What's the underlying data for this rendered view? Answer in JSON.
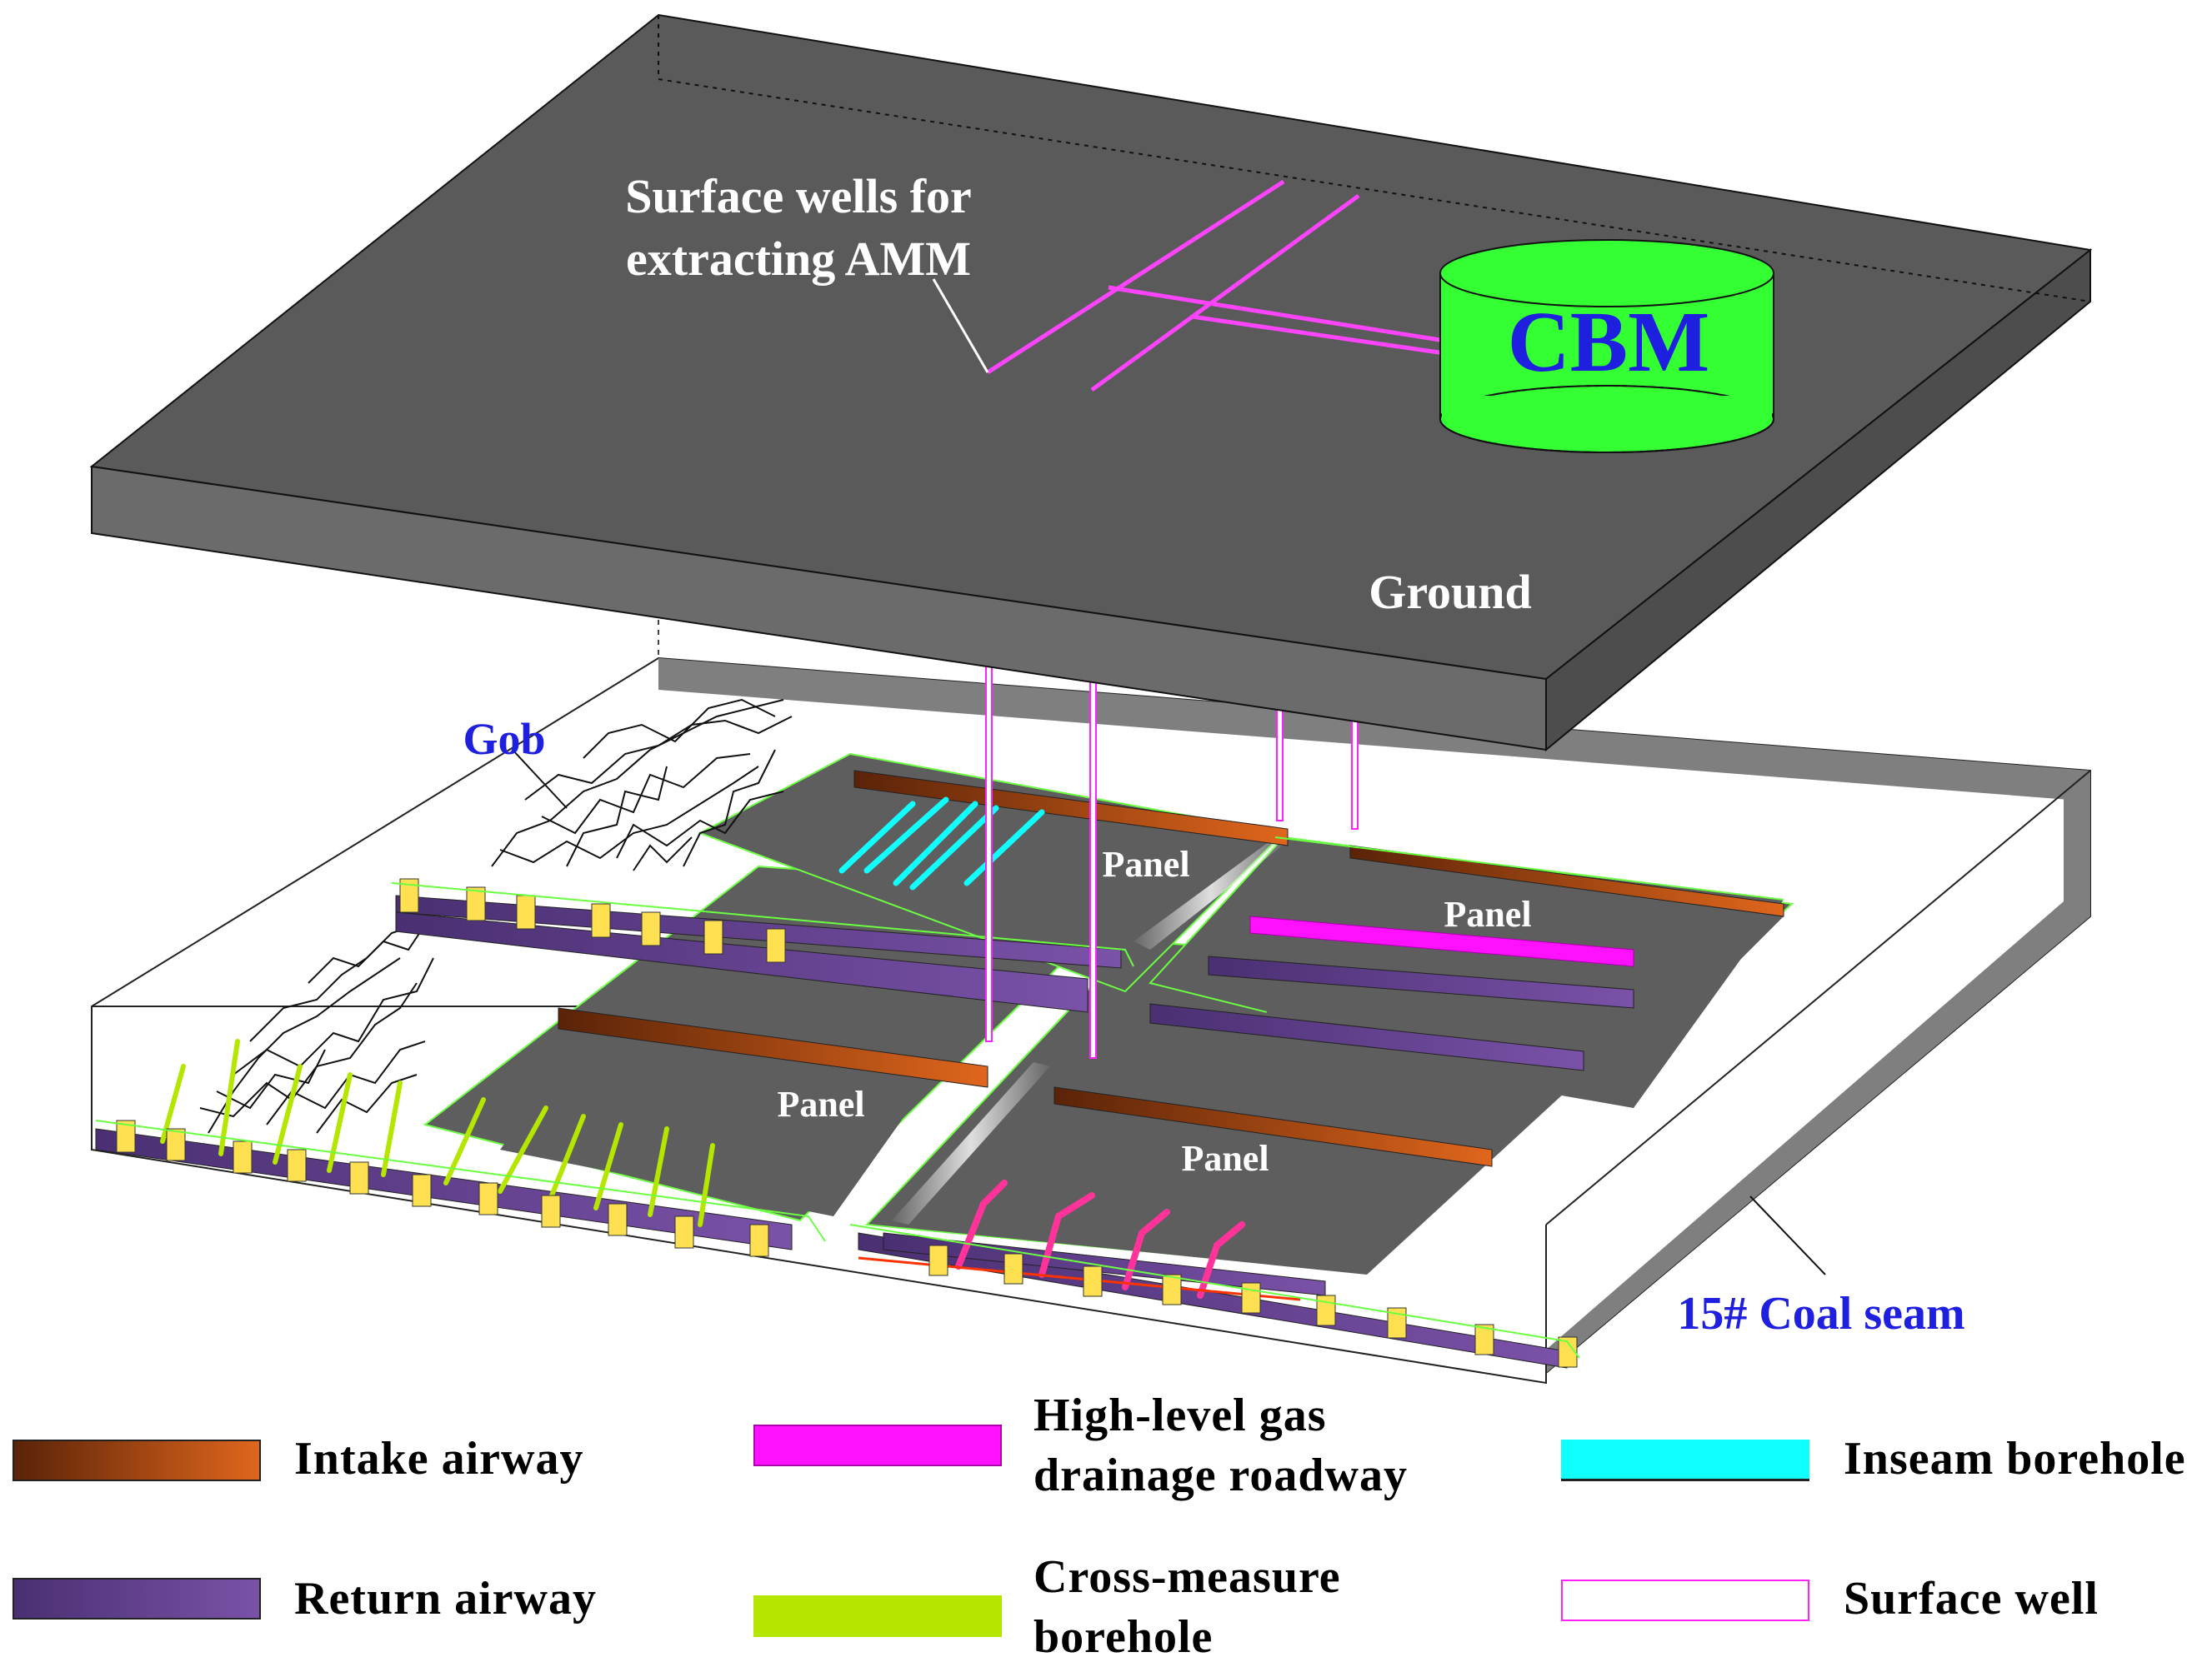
{
  "labels": {
    "surface_wells_line1": "Surface wells for",
    "surface_wells_line2": "extracting AMM",
    "cbm": "CBM",
    "ground": "Ground",
    "gob": "Gob",
    "panel_1": "Panel",
    "panel_2": "Panel",
    "panel_3": "Panel",
    "panel_4": "Panel",
    "coal_seam": "15# Coal seam"
  },
  "legend": {
    "intake": "Intake airway",
    "return": "Return airway",
    "highlevel_line1": "High-level gas",
    "highlevel_line2": "drainage roadway",
    "crossmeasure_line1": "Cross-measure",
    "crossmeasure_line2": "borehole",
    "inseam": "Inseam borehole",
    "surfacewell": "Surface well"
  },
  "colors": {
    "ground_top": "#5a5a5a",
    "ground_side": "#6b6b6b",
    "cbm_green": "#33ff33",
    "cbm_text": "#1f1fe0",
    "gob_text": "#1f1fe0",
    "coal_seam_text": "#1f1fe0",
    "intake": "#c45a14",
    "return": "#6a4692",
    "highlevel": "#ff10ff",
    "crossmeasure": "#b4e600",
    "inseam": "#10ffff",
    "surfacewell": "#ff22ff",
    "panel_fill": "#5a5a5a",
    "seam_frame": "#7f7f7f"
  }
}
